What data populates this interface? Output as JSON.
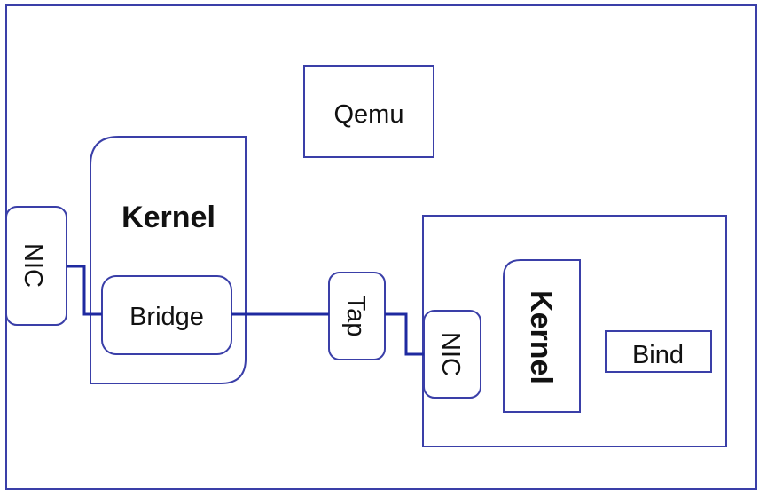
{
  "colors": {
    "stroke": "#3a3fa8",
    "link": "#1f2aa0",
    "background": "#ffffff",
    "text": "#111111"
  },
  "host": {
    "qemu_label": "Qemu",
    "nic_label": "NIC",
    "kernel_label": "Kernel",
    "bridge_label": "Bridge",
    "tap_label": "Tap"
  },
  "guest": {
    "nic_label": "NIC",
    "kernel_label": "Kernel",
    "bind_label": "Bind"
  }
}
